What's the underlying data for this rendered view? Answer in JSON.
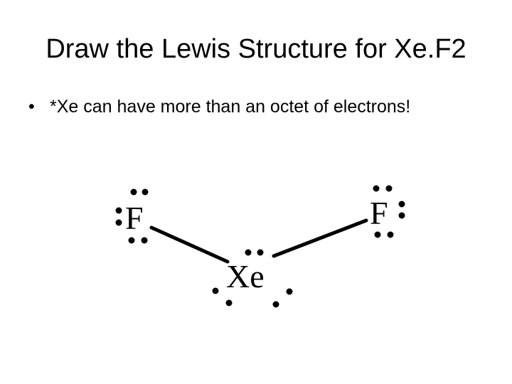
{
  "slide": {
    "title": "Draw the Lewis Structure for Xe.F2",
    "bullets": [
      {
        "marker": "•",
        "text": "*Xe can have more than an octet of electrons!"
      }
    ]
  },
  "diagram": {
    "atoms": {
      "left_fluorine": "F",
      "right_fluorine": "F",
      "xenon": "Xe"
    }
  }
}
